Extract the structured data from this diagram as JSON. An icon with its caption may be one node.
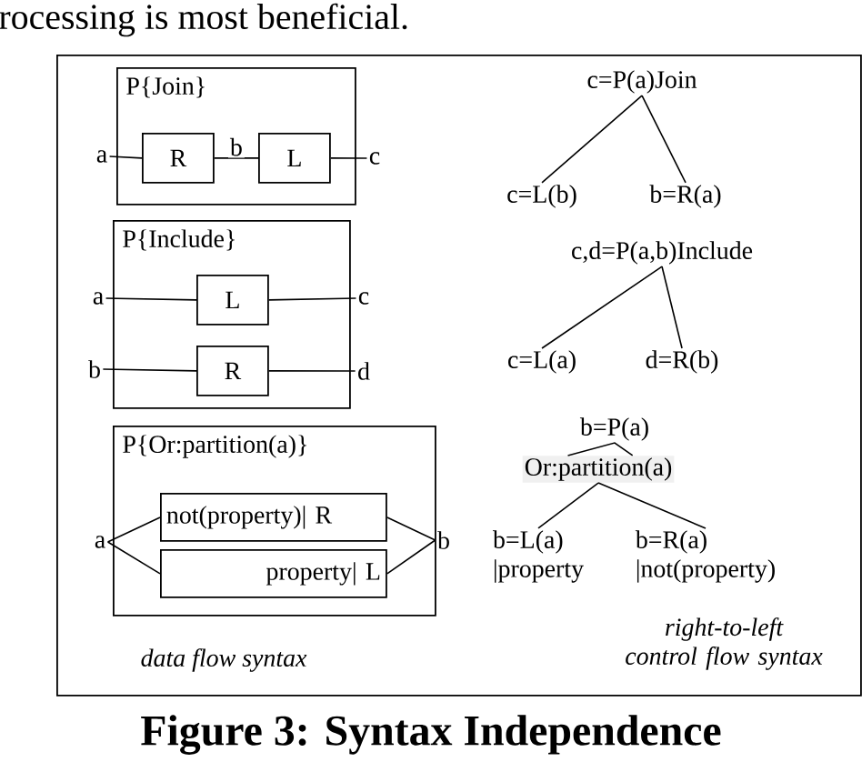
{
  "diagram": {
    "caption": "Figure 3: Syntax Independence",
    "nodes": [
      {
        "text": [],
        "shape": "box"
      },
      {
        "text": [
          "P{Join}"
        ],
        "in": 0
      },
      {
        "text": [
          "R"
        ],
        "in": 1
      },
      {
        "text": [
          "L"
        ],
        "in": 1
      },
      {
        "text": [
          "a"
        ],
        "in": 0
      },
      {
        "text": [
          "c"
        ],
        "in": 0
      },
      {
        "text": [
          "P{Include}"
        ],
        "in": 0
      },
      {
        "text": [
          "L"
        ],
        "in": 6
      },
      {
        "text": [
          "R"
        ],
        "in": 6
      },
      {
        "text": [
          "a"
        ],
        "in": 0
      },
      {
        "text": [
          "c"
        ],
        "in": 0
      },
      {
        "text": [
          "b"
        ],
        "in": 0
      },
      {
        "text": [
          "d"
        ],
        "in": 0
      },
      {
        "text": [
          "P{Or:partition(a)}"
        ],
        "in": 0
      },
      {
        "text": [
          "not(property)| R"
        ],
        "in": 13
      },
      {
        "text": [
          "property| L"
        ],
        "in": 13
      },
      {
        "text": [
          "a"
        ],
        "in": 0
      },
      {
        "text": [
          "b"
        ],
        "in": 0
      },
      {
        "text": [
          "c=P(a)Join"
        ],
        "in": 0
      },
      {
        "text": [
          "c=L(b)"
        ],
        "in": 0
      },
      {
        "text": [
          "b=R(a)"
        ],
        "in": 0
      },
      {
        "text": [
          "c,d=P(a,b)Include"
        ],
        "in": 0
      },
      {
        "text": [
          "c=L(a)"
        ],
        "in": 0
      },
      {
        "text": [
          "d=R(b)"
        ],
        "in": 0
      },
      {
        "text": [
          "b=P(a)"
        ],
        "in": 0
      },
      {
        "text": [
          "Or:partition(a)"
        ],
        "in": 0
      },
      {
        "text": [
          "b=L(a)",
          "|property"
        ],
        "in": 0
      },
      {
        "text": [
          "b=R(a)",
          "|not(property)"
        ],
        "in": 0
      }
    ],
    "edges": [
      {
        "from": 4,
        "to": 2,
        "arrow": "none"
      },
      {
        "from": 2,
        "to": 3,
        "arrow": "none",
        "label": "b"
      },
      {
        "from": 3,
        "to": 5,
        "arrow": "none"
      },
      {
        "from": 9,
        "to": 7,
        "arrow": "none"
      },
      {
        "from": 7,
        "to": 10,
        "arrow": "none"
      },
      {
        "from": 11,
        "to": 8,
        "arrow": "none"
      },
      {
        "from": 8,
        "to": 12,
        "arrow": "none"
      },
      {
        "from": 16,
        "to": 14,
        "arrow": "none"
      },
      {
        "from": 16,
        "to": 15,
        "arrow": "none"
      },
      {
        "from": 14,
        "to": 17,
        "arrow": "none"
      },
      {
        "from": 15,
        "to": 17,
        "arrow": "none"
      },
      {
        "from": 18,
        "to": 19,
        "arrow": "none"
      },
      {
        "from": 18,
        "to": 20,
        "arrow": "none"
      },
      {
        "from": 21,
        "to": 22,
        "arrow": "none"
      },
      {
        "from": 21,
        "to": 23,
        "arrow": "none"
      },
      {
        "from": 24,
        "to": 25,
        "arrow": "none"
      },
      {
        "from": 25,
        "to": 26,
        "arrow": "none"
      },
      {
        "from": 25,
        "to": 27,
        "arrow": "none"
      }
    ],
    "labels": [
      "rocessing is most beneficial.",
      "data flow syntax",
      "right-to-left control flow syntax"
    ]
  }
}
